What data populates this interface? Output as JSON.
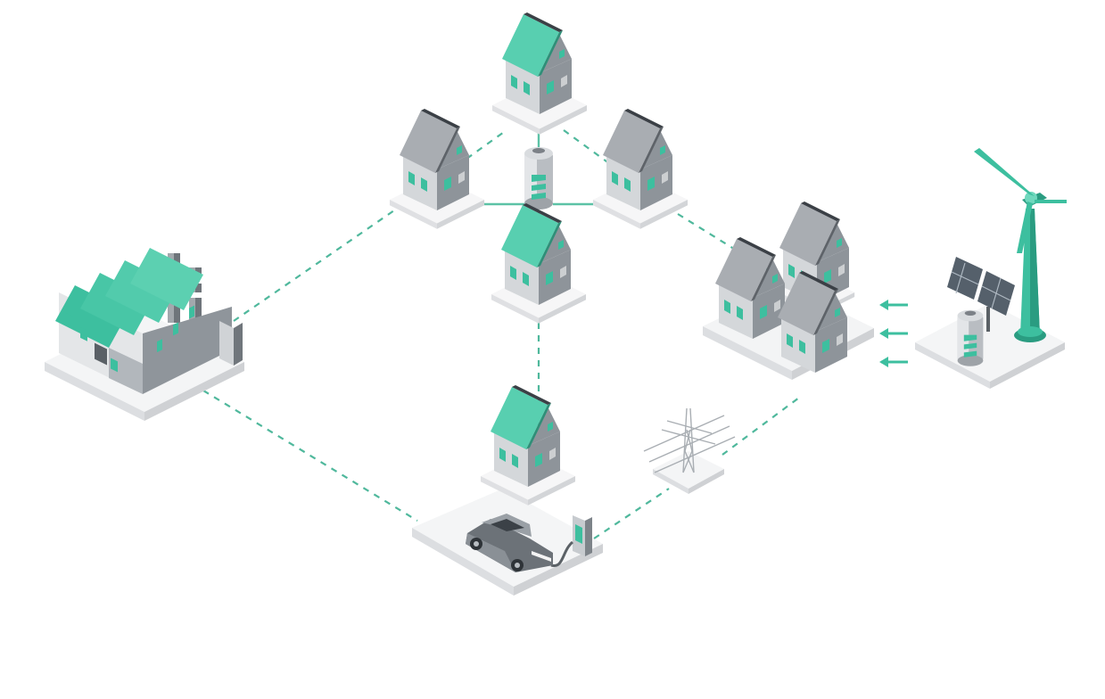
{
  "colors": {
    "background": "#ffffff",
    "accent_teal": "#3dbf9f",
    "accent_teal_dark": "#2a9c81",
    "roof_teal_light": "#6fd8bd",
    "house_gray_light": "#c9ccd0",
    "house_gray_mid": "#9ea3a8",
    "house_gray_dark": "#6f757b",
    "pad_light": "#f7f7f8",
    "pad_shadow": "#dcdde0",
    "dashed_link": "#4fb89c",
    "solid_link": "#5cc2a6"
  },
  "nodes": [
    {
      "id": "factory",
      "icon": "factory-icon"
    },
    {
      "id": "house-top",
      "icon": "house-icon",
      "roof": "teal"
    },
    {
      "id": "house-left",
      "icon": "house-icon",
      "roof": "gray"
    },
    {
      "id": "house-right",
      "icon": "house-icon",
      "roof": "gray"
    },
    {
      "id": "house-center",
      "icon": "house-icon",
      "roof": "teal"
    },
    {
      "id": "community-battery",
      "icon": "battery-icon"
    },
    {
      "id": "house-cluster",
      "icon": "house-cluster-icon",
      "houses": 3
    },
    {
      "id": "renewables",
      "icon": "wind-turbine-solar-panel-icon"
    },
    {
      "id": "pylon",
      "icon": "power-pylon-icon"
    },
    {
      "id": "ev-home",
      "icon": "house-with-ev-charger-icon"
    }
  ],
  "connections": [
    {
      "from": "factory",
      "to": "house-left",
      "style": "dashed"
    },
    {
      "from": "factory",
      "to": "ev-home",
      "style": "dashed"
    },
    {
      "from": "house-left",
      "to": "house-top",
      "style": "dashed"
    },
    {
      "from": "house-top",
      "to": "house-right",
      "style": "dashed"
    },
    {
      "from": "house-right",
      "to": "house-cluster",
      "style": "dashed"
    },
    {
      "from": "house-center",
      "to": "ev-home",
      "style": "dashed"
    },
    {
      "from": "ev-home",
      "to": "pylon",
      "style": "dashed"
    },
    {
      "from": "pylon",
      "to": "house-cluster",
      "style": "dashed"
    },
    {
      "from": "community-battery",
      "to": "house-top",
      "style": "solid"
    },
    {
      "from": "community-battery",
      "to": "house-left",
      "style": "solid"
    },
    {
      "from": "community-battery",
      "to": "house-right",
      "style": "solid"
    },
    {
      "from": "community-battery",
      "to": "house-center",
      "style": "solid"
    }
  ],
  "flow_arrows": {
    "count": 3,
    "direction": "left",
    "from": "renewables",
    "to": "house-cluster"
  }
}
